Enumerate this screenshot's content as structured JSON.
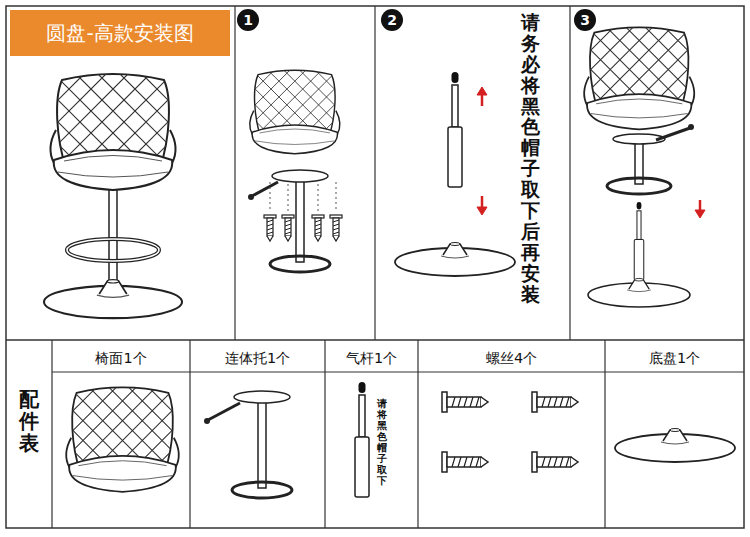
{
  "diagram": {
    "nodes": [
      {
        "text": [
          "圆盘-高款安装图"
        ]
      },
      {
        "text": [
          "1"
        ]
      },
      {
        "text": [
          "2"
        ]
      },
      {
        "text": [
          "3"
        ]
      }
    ],
    "labels": [
      "请务必将黑色帽子取下后再安装",
      "配件表",
      "椅面1个",
      "连体托1个",
      "气杆1个",
      "螺丝4个",
      "底盘1个",
      "请将黑色帽子取下"
    ]
  }
}
